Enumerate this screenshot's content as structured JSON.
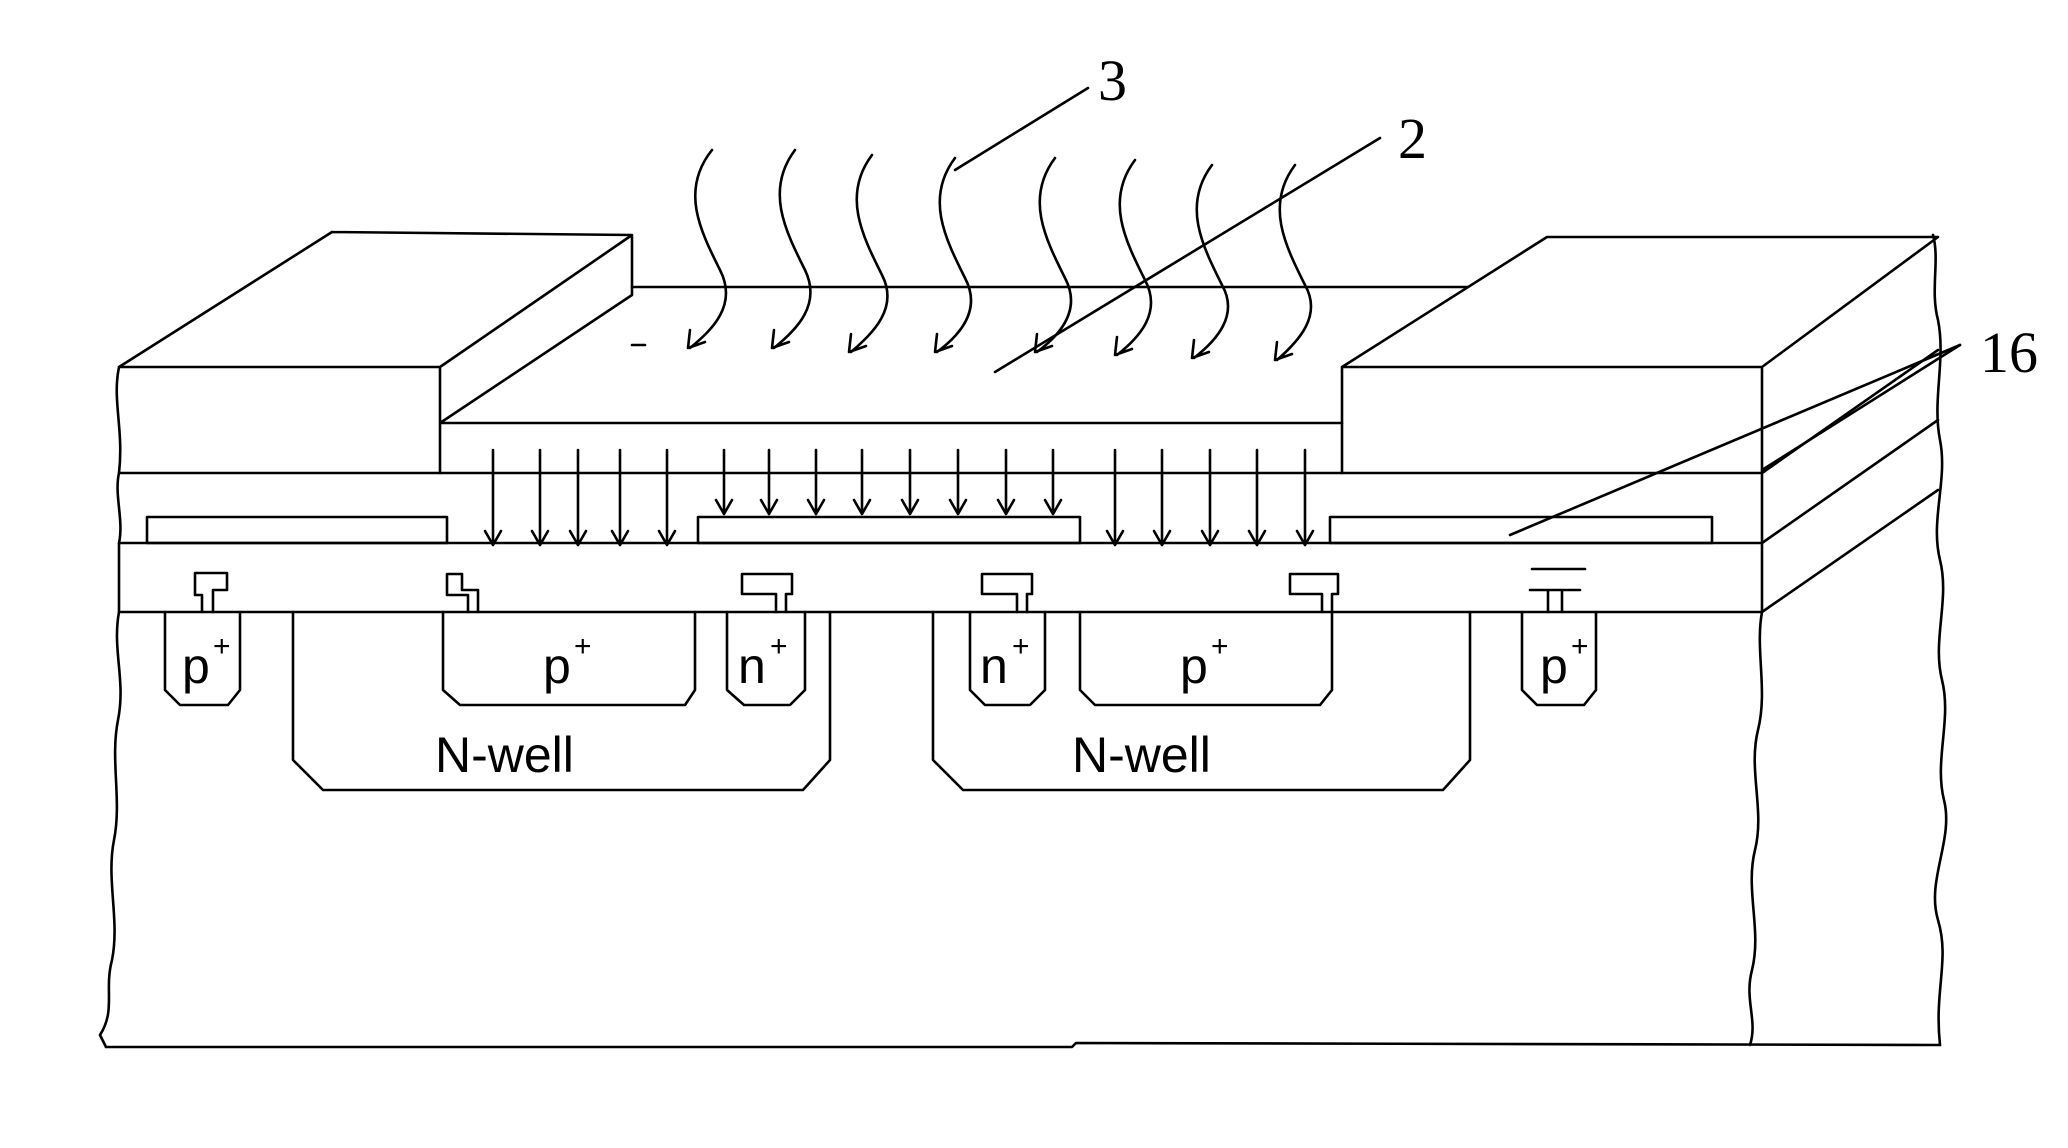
{
  "callouts": {
    "label_3": "3",
    "label_2": "2",
    "label_16": "16"
  },
  "regions": {
    "p_plus_1": "p",
    "p_plus_2": "p",
    "n_plus_1": "n",
    "n_plus_2": "n",
    "p_plus_3": "p",
    "p_plus_4": "p",
    "plus_sign": "+",
    "n_well_left": "N-well",
    "n_well_right": "N-well"
  },
  "colors": {
    "line": "#000000",
    "background": "#ffffff"
  }
}
